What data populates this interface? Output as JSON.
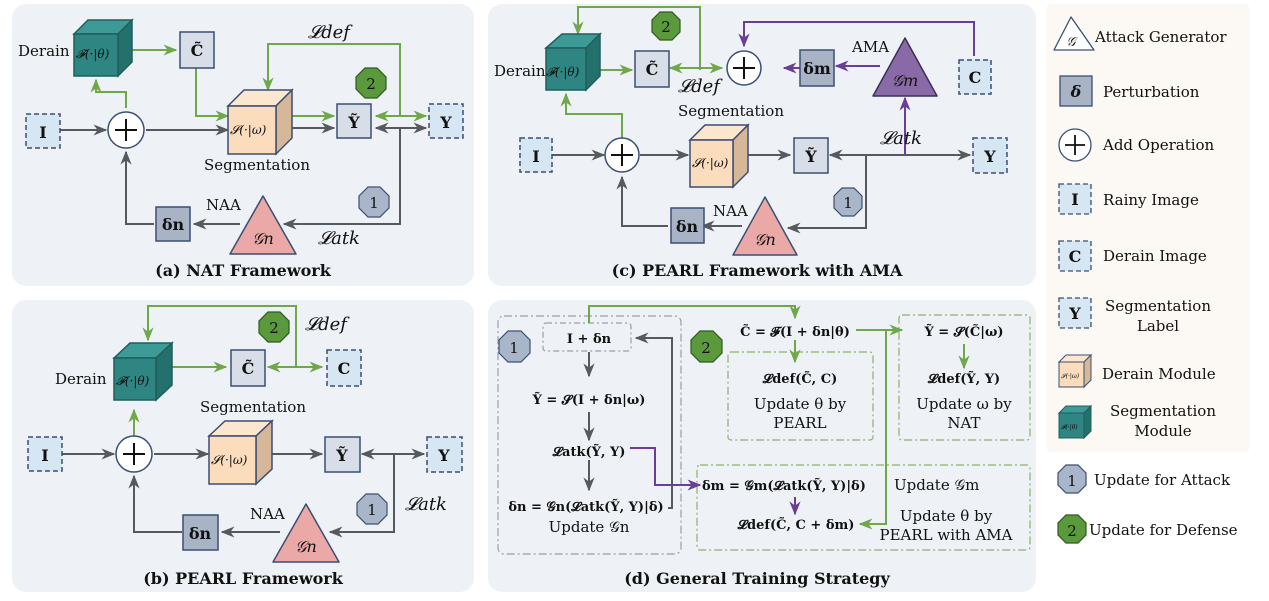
{
  "colors": {
    "panel_bg": "#eef1f5",
    "legend_bg": "#fcf9f4",
    "gray_arrow": "#555a60",
    "green_arrow": "#6fa84a",
    "purple_arrow": "#6a3d96",
    "teal_cube": "#2e7d7a",
    "peach_cube": "#fbdcbc",
    "gen_n": "#eaa9a6",
    "gen_m": "#8a6aa6",
    "box_fill": "#d8dee8",
    "dashed_fill": "#d6e6f2",
    "delta_fill": "#a8b4c6",
    "badge1": "#a9b6c9",
    "badge2": "#5a9a3c"
  },
  "panels": {
    "a": {
      "caption": "(a) NAT Framework",
      "derain_label": "Derain",
      "derain_fn": "𝓕(·|θ)",
      "seg_label": "Segmentation",
      "seg_fn": "𝓢(·|ω)",
      "c_tilde": "C̃",
      "y_tilde": "Ỹ",
      "y": "Y",
      "i": "I",
      "delta": "δn",
      "gen": "𝒢n",
      "gen_label": "NAA",
      "l_def": "𝓛def",
      "l_atk": "𝓛atk",
      "badge1": "1",
      "badge2": "2"
    },
    "b": {
      "caption": "(b) PEARL Framework",
      "derain_label": "Derain",
      "derain_fn": "𝓕(·|θ)",
      "seg_label": "Segmentation",
      "seg_fn": "𝓢(·|ω)",
      "c_tilde": "C̃",
      "c": "C",
      "y_tilde": "Ỹ",
      "y": "Y",
      "i": "I",
      "delta": "δn",
      "gen": "𝒢n",
      "gen_label": "NAA",
      "l_def": "𝓛def",
      "l_atk": "𝓛atk",
      "badge1": "1",
      "badge2": "2"
    },
    "c": {
      "caption": "(c) PEARL Framework with AMA",
      "derain_label": "Derain",
      "derain_fn": "𝓕(·|θ)",
      "seg_label": "Segmentation",
      "seg_fn": "𝓢(·|ω)",
      "c_tilde": "C̃",
      "c": "C",
      "y_tilde": "Ỹ",
      "y": "Y",
      "i": "I",
      "delta_n": "δn",
      "delta_m": "δm",
      "gen_n": "𝒢n",
      "gen_m": "𝒢m",
      "gen_n_label": "NAA",
      "gen_m_label": "AMA",
      "l_def": "𝓛def",
      "l_atk": "𝓛atk",
      "badge1": "1",
      "badge2": "2"
    },
    "d": {
      "caption": "(d) General Training Strategy",
      "badge1": "1",
      "badge2": "2",
      "step1": {
        "input": "I + δn",
        "eq1": "Ỹ = 𝓢(I + δn|ω)",
        "eq2": "𝓛atk(Ỹ, Y)",
        "eq3": "δn = 𝒢n(𝓛atk(Ỹ, Y)|δ)",
        "update": "Update 𝒢n"
      },
      "step2": {
        "c_eq": "C̃ = 𝓕(I + δn|θ)",
        "pearl_loss": "𝓛def(C̃, C)",
        "pearl_update_1": "Update θ by",
        "pearl_update_2": "PEARL",
        "y_eq": "Ỹ = 𝓢(C̃|ω)",
        "nat_loss": "𝓛def(Ỹ, Y)",
        "nat_update_1": "Update ω by",
        "nat_update_2": "NAT",
        "ama_eq": "δm = 𝒢m(𝓛atk(Ỹ, Y)|δ)",
        "ama_update": "Update 𝒢m",
        "ama_loss": "𝓛def(C̃, C + δm)",
        "ama_update_2a": "Update θ by",
        "ama_update_2b": "PEARL with AMA"
      }
    }
  },
  "legend": {
    "items": [
      {
        "symbol": "𝒢",
        "label": "Attack Generator"
      },
      {
        "symbol": "δ",
        "label": "Perturbation"
      },
      {
        "symbol": "+",
        "label": "Add Operation"
      },
      {
        "symbol": "I",
        "label": "Rainy Image"
      },
      {
        "symbol": "C",
        "label": "Derain Image"
      },
      {
        "symbol": "Y",
        "label_1": "Segmentation",
        "label_2": "Label"
      },
      {
        "symbol": "𝓢(·|ω)",
        "label": "Derain Module"
      },
      {
        "symbol": "𝓕(·|θ)",
        "label_1": "Segmentation",
        "label_2": "Module"
      },
      {
        "symbol": "1",
        "label": "Update for Attack"
      },
      {
        "symbol": "2",
        "label": "Update for Defense"
      }
    ]
  }
}
